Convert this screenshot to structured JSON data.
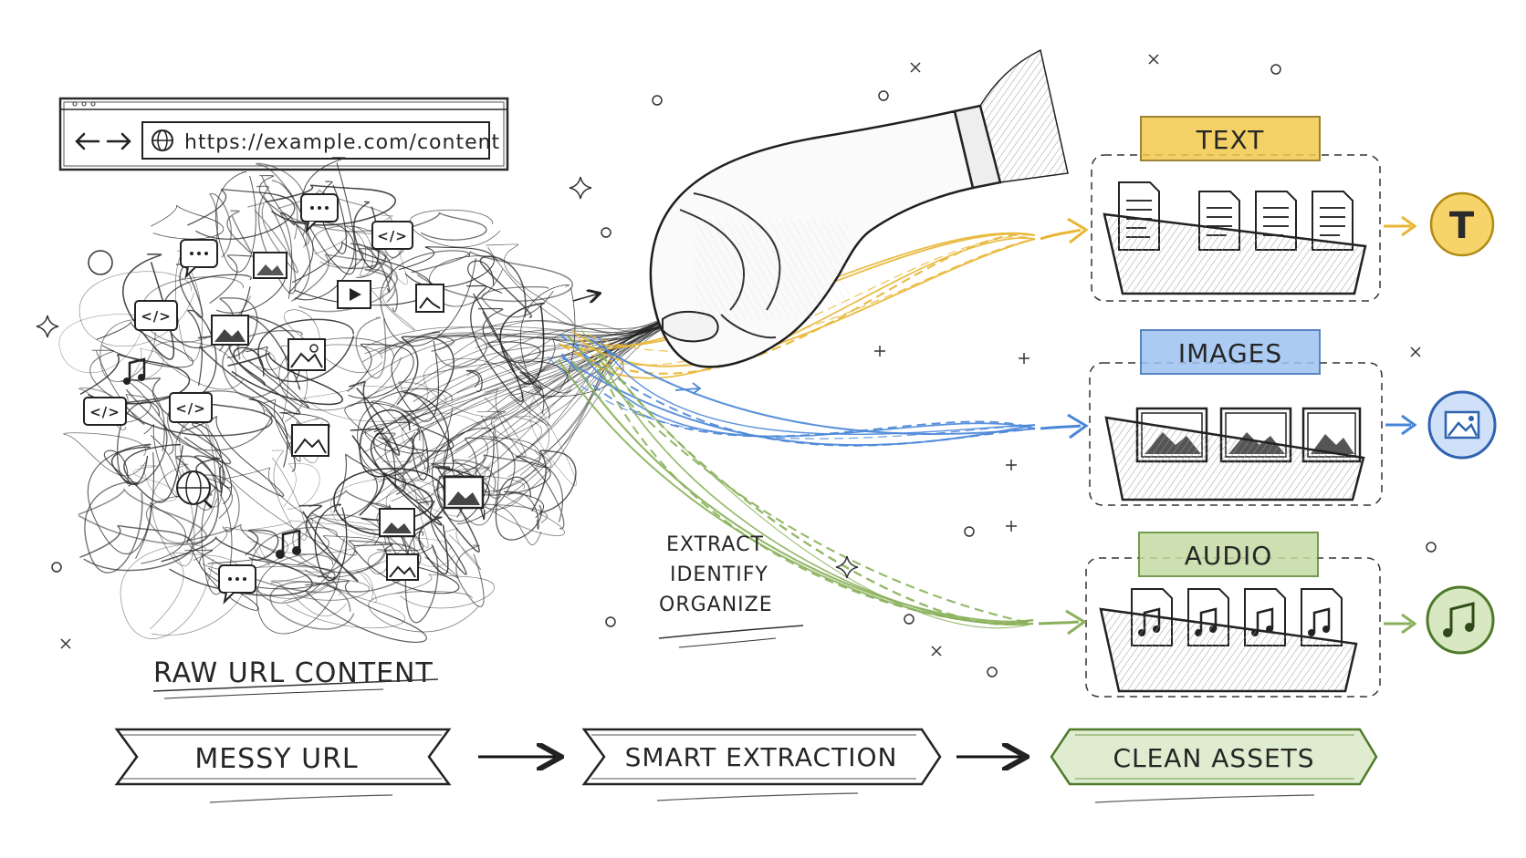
{
  "browser": {
    "url": "https://example.com/content"
  },
  "raw_label": "RAW URL CONTENT",
  "process_steps": [
    "EXTRACT",
    "IDENTIFY",
    "ORGANIZE"
  ],
  "categories": [
    {
      "id": "text",
      "label": "TEXT",
      "color": "#e8b634",
      "icon": "text-badge-icon"
    },
    {
      "id": "images",
      "label": "IMAGES",
      "color": "#4a86d8",
      "icon": "image-badge-icon"
    },
    {
      "id": "audio",
      "label": "AUDIO",
      "color": "#8ab05a",
      "icon": "music-badge-icon"
    }
  ],
  "flow": [
    "MESSY URL",
    "SMART EXTRACTION",
    "CLEAN ASSETS"
  ],
  "badge_text_glyph": "T"
}
